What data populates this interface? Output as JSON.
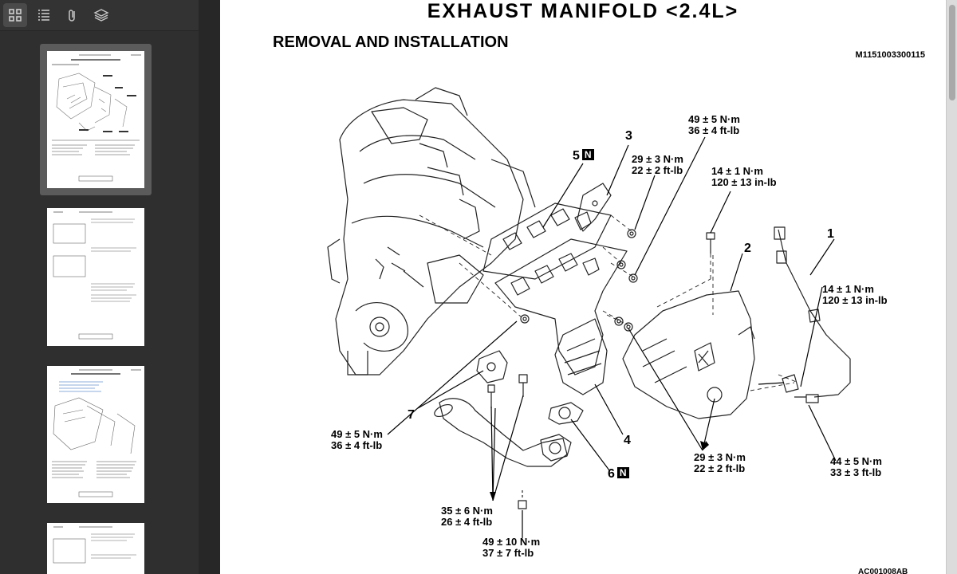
{
  "sidebar": {
    "toolbar": [
      {
        "name": "thumbnails-icon",
        "active": true
      },
      {
        "name": "outline-icon",
        "active": false
      },
      {
        "name": "attachments-icon",
        "active": false
      },
      {
        "name": "layers-icon",
        "active": false
      }
    ],
    "thumbnails": [
      {
        "page": 1,
        "selected": true,
        "header": "EXHAUST MANIFOLD <2.4L>"
      },
      {
        "page": 2,
        "selected": false,
        "header": ""
      },
      {
        "page": 3,
        "selected": false,
        "header": "EXHAUST MANIFOLD <2.4L>"
      },
      {
        "page": 4,
        "selected": false,
        "header": ""
      }
    ]
  },
  "page": {
    "title": "EXHAUST MANIFOLD <2.4L>",
    "subtitle": "REMOVAL AND INSTALLATION",
    "doc_id": "M1151003300115",
    "footer_id": "AC001008AB",
    "part_numbers": {
      "p1": "1",
      "p2": "2",
      "p3": "3",
      "p4": "4",
      "p5": "5",
      "p6": "6",
      "p7": "7",
      "n_badge": "N"
    },
    "torque": {
      "t_top_a1": "49 ± 5 N·m",
      "t_top_a2": "36 ± 4 ft-lb",
      "t_mid_a1": "29 ± 3 N·m",
      "t_mid_a2": "22 ± 2 ft-lb",
      "t_bolt_a1": "14 ± 1 N·m",
      "t_bolt_a2": "120 ± 13 in-lb",
      "t_sensor_a1": "14 ± 1 N·m",
      "t_sensor_a2": "120 ± 13 in-lb",
      "t_left_a1": "49 ± 5 N·m",
      "t_left_a2": "36 ± 4 ft-lb",
      "t_lowmid_a1": "29 ± 3 N·m",
      "t_lowmid_a2": "22 ± 2 ft-lb",
      "t_right_a1": "44 ± 5 N·m",
      "t_right_a2": "33 ± 3 ft-lb",
      "t_bot1_a1": "35 ± 6 N·m",
      "t_bot1_a2": "26 ± 4 ft-lb",
      "t_bot2_a1": "49 ± 10 N·m",
      "t_bot2_a2": "37 ± 7 ft-lb"
    }
  }
}
